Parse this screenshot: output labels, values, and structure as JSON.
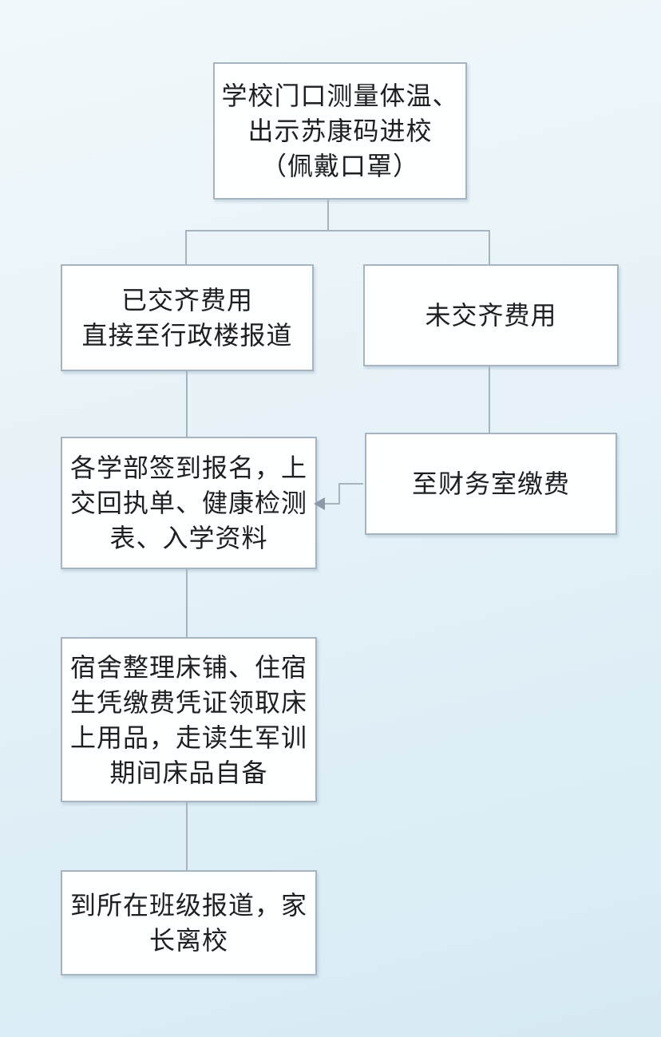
{
  "flowchart": {
    "description": "School arrival and registration procedure flowchart",
    "colors": {
      "background_top": "#f1f8fb",
      "background_bottom": "#d6eaf4",
      "node_fill": "#fdfeff",
      "node_border": "#a6b4c0",
      "connector": "#a6b4c0",
      "arrow_head": "#8b99a9",
      "text": "#1c1f23"
    },
    "nodes": [
      {
        "id": "entry-check",
        "text": "学校门口测量体温、出示苏康码进校（佩戴口罩）",
        "lines": [
          "学校门口测量体温、",
          "出示苏康码进校",
          "（佩戴口罩）"
        ]
      },
      {
        "id": "fees-paid",
        "text": "已交齐费用直接至行政楼报道",
        "lines": [
          "已交齐费用",
          "直接至行政楼报道"
        ]
      },
      {
        "id": "fees-unpaid",
        "text": "未交齐费用",
        "lines": [
          "未交齐费用"
        ]
      },
      {
        "id": "signin-register",
        "text": "各学部签到报名，上交回执单、健康检测表、入学资料",
        "lines": [
          "各学部签到报名，上",
          "交回执单、健康检测",
          "表、入学资料"
        ]
      },
      {
        "id": "pay-finance-office",
        "text": "至财务室缴费",
        "lines": [
          "至财务室缴费"
        ]
      },
      {
        "id": "dormitory-bedding",
        "text": "宿舍整理床铺、住宿生凭缴费凭证领取床上用品，走读生军训期间床品自备",
        "lines": [
          "宿舍整理床铺、住宿",
          "生凭缴费凭证领取床",
          "上用品，走读生军训",
          "期间床品自备"
        ]
      },
      {
        "id": "class-report",
        "text": "到所在班级报道，家长离校",
        "lines": [
          "到所在班级报道，家",
          "长离校"
        ]
      }
    ],
    "edges": [
      {
        "from": "entry-check",
        "to": "fees-paid",
        "type": "line"
      },
      {
        "from": "entry-check",
        "to": "fees-unpaid",
        "type": "line"
      },
      {
        "from": "fees-paid",
        "to": "signin-register",
        "type": "line"
      },
      {
        "from": "fees-unpaid",
        "to": "pay-finance-office",
        "type": "line"
      },
      {
        "from": "pay-finance-office",
        "to": "signin-register",
        "type": "arrow"
      },
      {
        "from": "signin-register",
        "to": "dormitory-bedding",
        "type": "line"
      },
      {
        "from": "dormitory-bedding",
        "to": "class-report",
        "type": "line"
      }
    ]
  }
}
